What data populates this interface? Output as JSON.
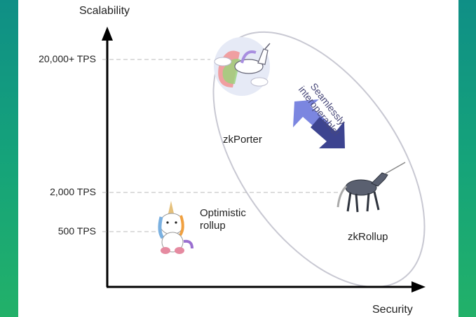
{
  "axes": {
    "y_label": "Scalability",
    "x_label": "Security"
  },
  "ticks": [
    {
      "label": "20,000+ TPS",
      "value": 20000
    },
    {
      "label": "2,000 TPS",
      "value": 2000
    },
    {
      "label": "500 TPS",
      "value": 500
    }
  ],
  "items": {
    "zkporter": "zkPorter",
    "zkrollup": "zkRollup",
    "optimistic_line1": "Optimistic",
    "optimistic_line2": "rollup"
  },
  "interop": {
    "line1": "Seamlessly",
    "line2": "interoperable!"
  },
  "colors": {
    "frame": "#15a37a",
    "arrow_light": "#7b86e0",
    "arrow_dark": "#3d4490",
    "ellipse": "#c8c8d2"
  }
}
